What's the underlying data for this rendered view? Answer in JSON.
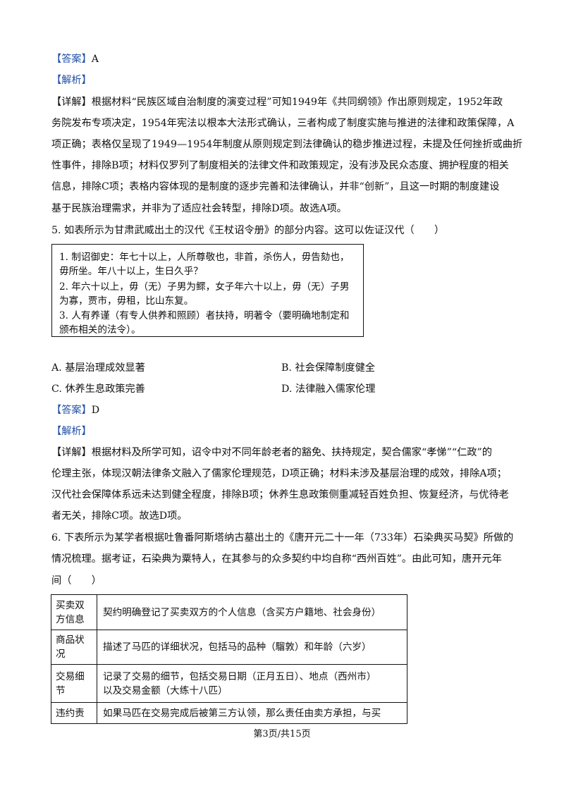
{
  "q4": {
    "answer_tag": "【答案】",
    "answer": "A",
    "analysis_tag": "【解析】",
    "detail_tag": "【详解】",
    "detail_lines": [
      "根据材料“民族区域自治制度的演变过程”可知1949年《共同纲领》作出原则规定，1952年政",
      "务院发布专项决定，1954年宪法以根本大法形式确认，三者构成了制度实施与推进的法律和政策保障，A",
      "项正确；表格仅呈现了1949—1954年制度从原则规定到法律确认的稳步推进过程，未提及任何挫折或曲折",
      "性事件，排除B项；材料仅罗列了制度相关的法律文件和政策规定，没有涉及民众态度、拥护程度的相关",
      "信息，排除C项；表格内容体现的是制度的逐步完善和法律确认，并非“创新”，且这一时期的制度建设",
      "基于民族治理需求，并非为了适应社会转型，排除D项。故选A项。"
    ]
  },
  "q5": {
    "stem": "5. 如表所示为甘肃武威出土的汉代《王杖诏令册》的部分内容。这可以佐证汉代（　　）",
    "box_lines": [
      "1. 制诏御史：年七十以上，人所尊敬也，非首，杀伤人，毋告劾也，",
      "毋所坐。年八十以上，生日久乎？",
      "2. 年六十以上，毋（无）子男为鳏，女子年六十以上，毋（无）子男",
      "为寡，贾市，毋租，比山东复。",
      "3. 人有养谨（有专人供养和照顾）者扶持，明著令（要明确地制定和",
      "颁布相关的法令）。"
    ],
    "options": {
      "A": "A.  基层治理成效显著",
      "B": "B.  社会保障制度健全",
      "C": "C.  休养生息政策完善",
      "D": "D.  法律融入儒家伦理"
    },
    "answer_tag": "【答案】",
    "answer": "D",
    "analysis_tag": "【解析】",
    "detail_tag": "【详解】",
    "detail_lines": [
      "根据材料及所学可知，诏令中对不同年龄老者的豁免、扶持规定，契合儒家“孝悌”“仁政”的",
      "伦理主张，体现汉朝法律条文融入了儒家伦理规范，D项正确；材料未涉及基层治理的成效，排除A项；",
      "汉代社会保障体系远未达到健全程度，排除B项；休养生息政策侧重减轻百姓负担、恢复经济，与优待老",
      "者无关，排除C项。故选D项。"
    ]
  },
  "q6": {
    "stem_lines": [
      "6. 下表所示为某学者根据吐鲁番阿斯塔纳古墓出土的《唐开元二十一年（733年）石染典买马契》所做的",
      "情况梳理。据考证，石染典为粟特人，在其参与的众多契约中均自称“西州百姓”。由此可知，唐开元年",
      "间（　　）"
    ],
    "table_rows": [
      {
        "head": [
          "买卖双",
          "方信息"
        ],
        "body": [
          "契约明确登记了买卖双方的个人信息（含买方户籍地、社会身份）"
        ]
      },
      {
        "head": [
          "商品状",
          "况"
        ],
        "body": [
          "描述了马匹的详细状况，包括马的品种（騮敦）和年龄（六岁）"
        ]
      },
      {
        "head": [
          "交易细",
          "节"
        ],
        "body": [
          "记录了交易的细节，包括交易日期（正月五日）、地点（西州市）",
          "以及交易金额（大练十八匹）"
        ]
      },
      {
        "head": [
          "违约责"
        ],
        "body": [
          "如果马匹在交易完成后被第三方认领，那么责任由卖方承担，与买"
        ]
      }
    ]
  },
  "footer": "第3页/共15页"
}
